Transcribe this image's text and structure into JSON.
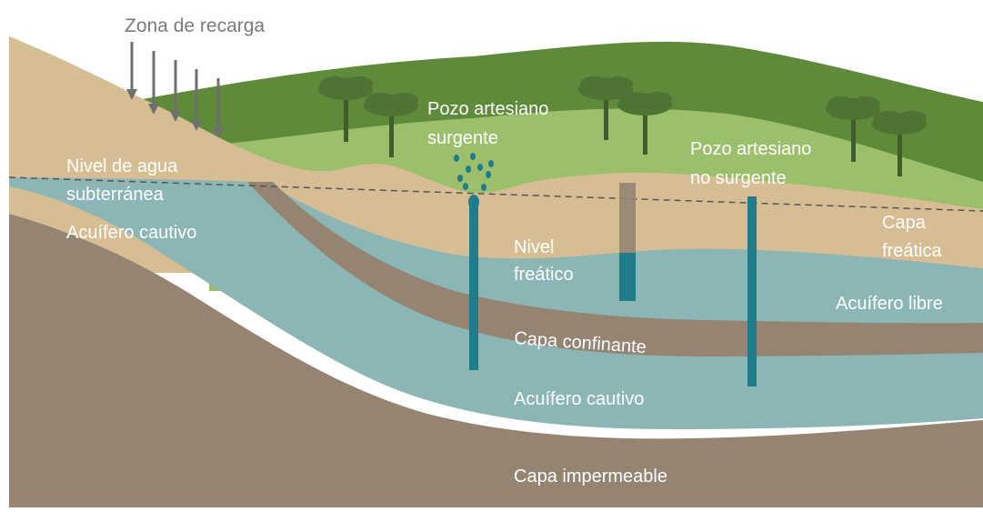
{
  "labels": {
    "recharge_zone": "Zona de recarga",
    "flowing_well_1": "Pozo artesiano",
    "flowing_well_2": "surgente",
    "nonflowing_well_1": "Pozo artesiano",
    "nonflowing_well_2": "no surgente",
    "groundwater_level_1": "Nivel de agua",
    "groundwater_level_2": "subterránea",
    "confined_aquifer_left": "Acuífero cautivo",
    "water_table_1": "Nivel",
    "water_table_2": "freático",
    "phreatic_layer_1": "Capa",
    "phreatic_layer_2": "freática",
    "unconfined_aquifer": "Acuífero libre",
    "confining_layer": "Capa confinante",
    "confined_aquifer_bottom": "Acuífero cautivo",
    "impermeable_layer": "Capa impermeable"
  },
  "colors": {
    "dark_green": "#5e8a3a",
    "light_green": "#9bbf6a",
    "sand": "#d6bd93",
    "aquifer": "#8cb6b6",
    "clay": "#958472",
    "well": "#1f7d8b",
    "arrow": "#6f6f6f"
  }
}
